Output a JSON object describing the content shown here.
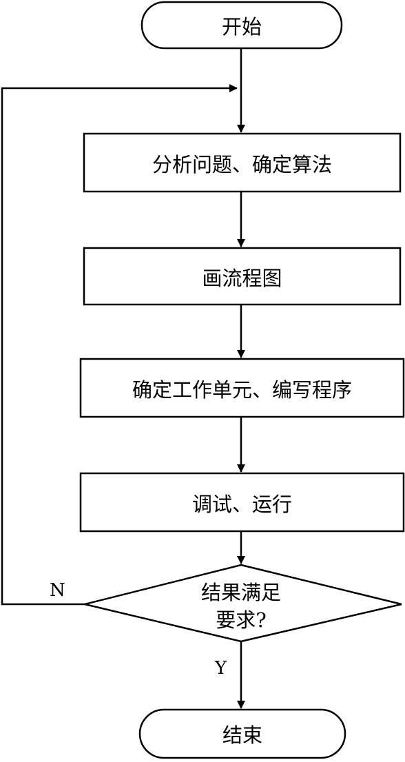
{
  "flowchart": {
    "start": "开始",
    "step1": "分析问题、确定算法",
    "step2": "画流程图",
    "step3": "确定工作单元、编写程序",
    "step4": "调试、运行",
    "decision_line1": "结果满足",
    "decision_line2": "要求?",
    "end": "结束",
    "edge_no": "N",
    "edge_yes": "Y"
  },
  "colors": {
    "stroke": "#000000",
    "background": "#ffffff"
  }
}
